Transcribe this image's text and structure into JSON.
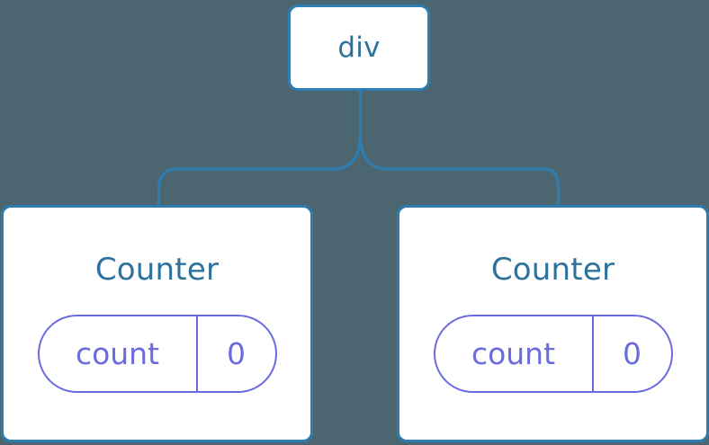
{
  "diagram": {
    "type": "component-tree",
    "background_color": "#4b6670",
    "node_border_color": "#2d7db3",
    "node_fill_color": "#ffffff",
    "title_text_color": "#2d719c",
    "state_accent_color": "#6b6be0",
    "connector_color": "#2d7db3"
  },
  "root": {
    "label": "div"
  },
  "children": [
    {
      "label": "Counter",
      "state": {
        "key": "count",
        "value": "0"
      }
    },
    {
      "label": "Counter",
      "state": {
        "key": "count",
        "value": "0"
      }
    }
  ]
}
